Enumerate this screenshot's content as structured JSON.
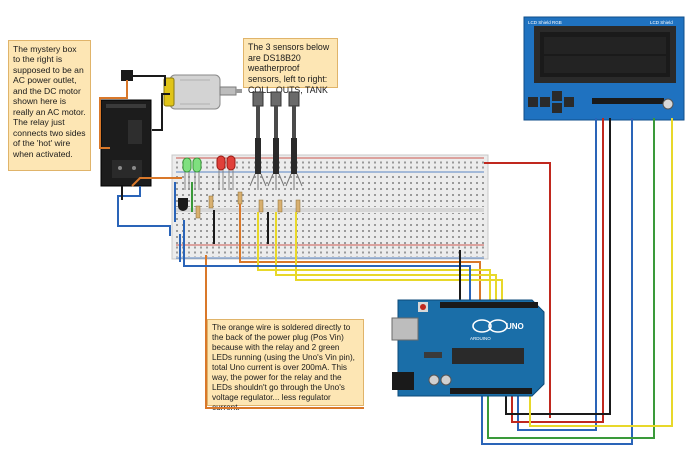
{
  "notes": {
    "mystery_box": "The mystery box to the right is supposed to be an AC power outlet, and the DC motor shown here is really an AC motor.  The relay just connects two sides of the 'hot' wire when activated.",
    "sensors": "The 3 sensors below are DS18B20 weatherproof sensors, left to right: COLL, OUTS, TANK",
    "orange_wire": "The orange wire is soldered directly to the back of the power plug (Pos Vin) because with the relay and 2 green LEDs running (using the Uno's Vin pin), total Uno current is over 200mA.  This way, the power for the relay and the LEDs shouldn't go through the Uno's voltage regulator... less regulator current."
  },
  "lcd_shield": {
    "left_label": "LCD Shield RGB",
    "right_label": "LCD Shield"
  },
  "arduino": {
    "model_label": "UNO",
    "brand_label": "ARDUINO"
  },
  "colors": {
    "note_bg": "#fde6b4",
    "wire_orange": "#d9782a",
    "wire_yellow": "#e8d82a",
    "wire_red": "#c0281e",
    "wire_blue": "#2a64b8",
    "wire_black": "#1a1a1a",
    "wire_green": "#3a9a3a",
    "arduino_blue": "#1a6ea8",
    "lcd_blue": "#1f72c0"
  }
}
